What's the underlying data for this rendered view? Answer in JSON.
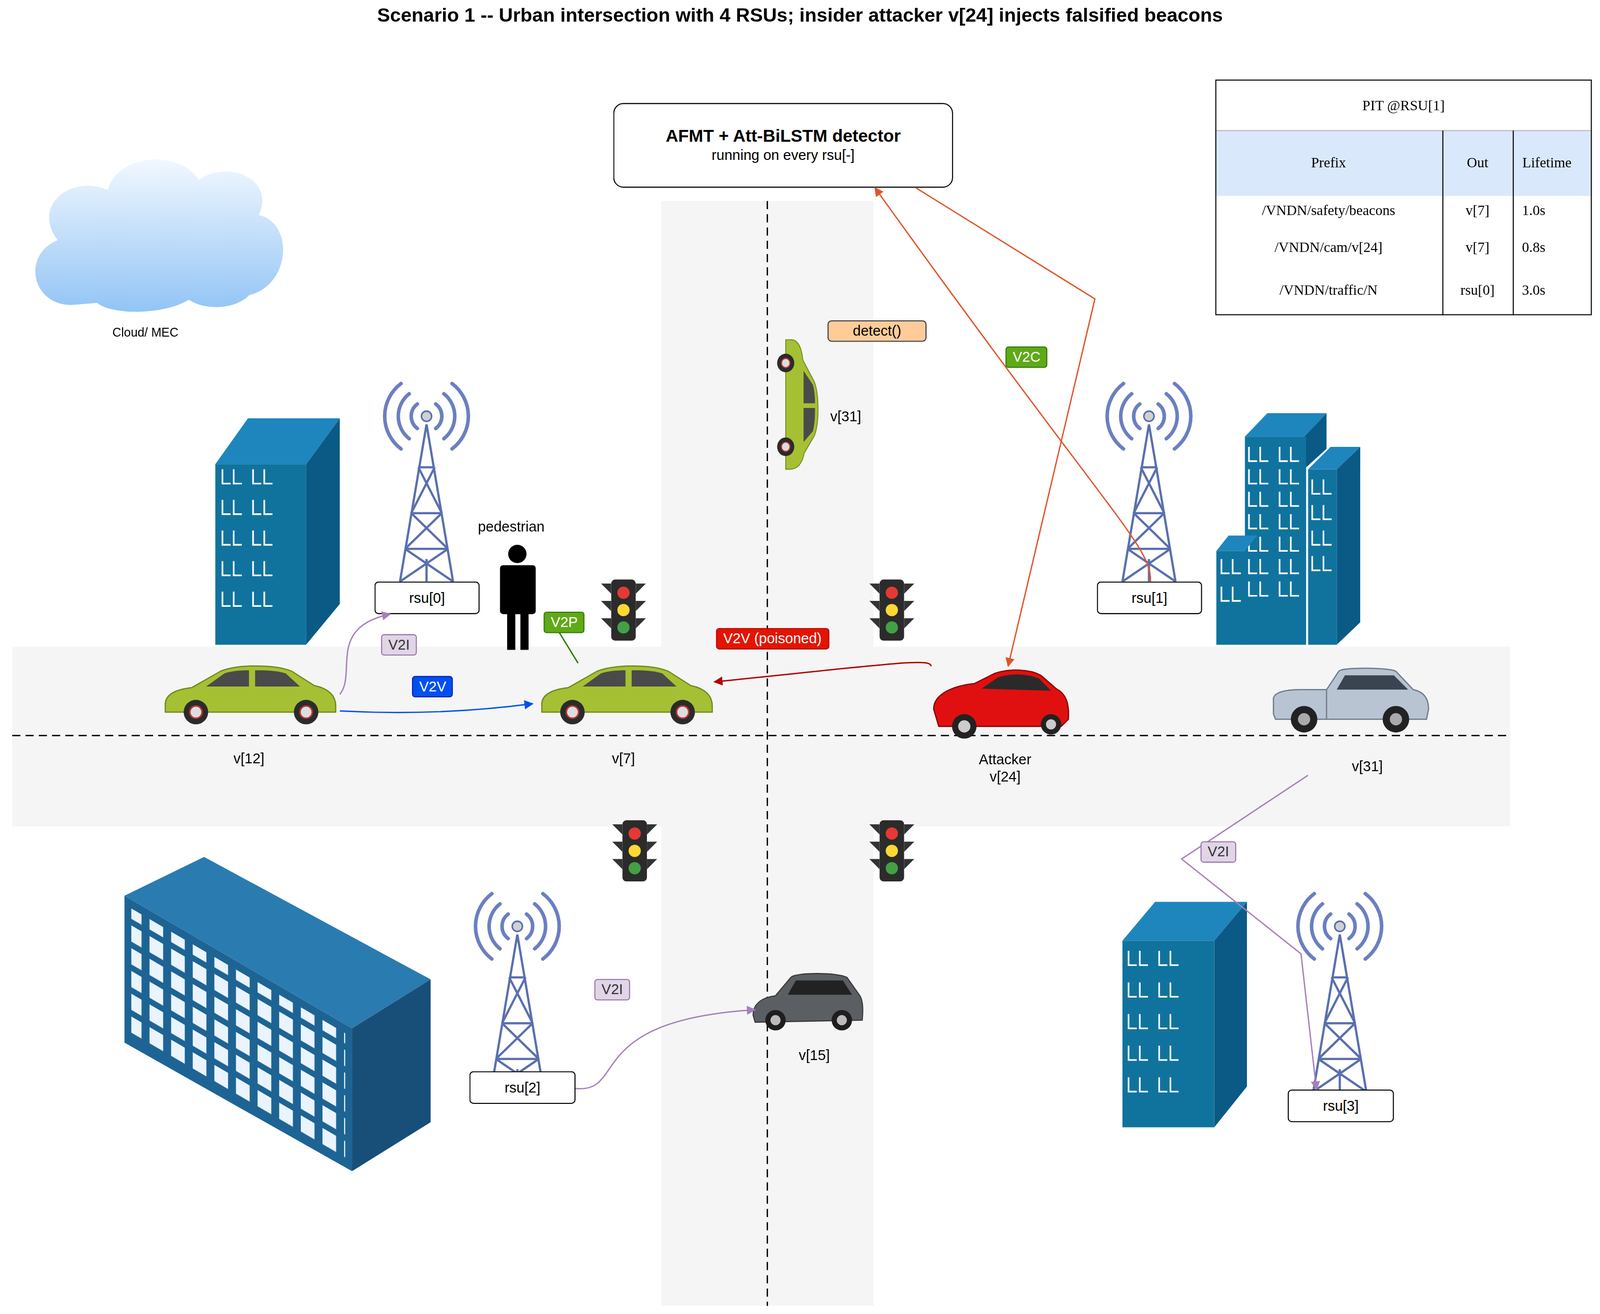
{
  "diagram": {
    "title": "Scenario 1 -- Urban intersection with 4 RSUs; insider attacker v[24] injects falsified beacons",
    "nodes": [
      {
        "text": [
          "AFMT + Att-BiLSTM detector",
          "running on every rsu[-]"
        ]
      },
      {
        "text": [
          "PIT @RSU[1]"
        ]
      },
      {
        "text": [
          "Cloud/ MEC"
        ]
      },
      {
        "text": [
          "detect()"
        ]
      },
      {
        "text": [
          "v[31]"
        ]
      },
      {
        "text": [
          "rsu[0]"
        ]
      },
      {
        "text": [
          "rsu[1]"
        ]
      },
      {
        "text": [
          "pedestrian"
        ]
      },
      {
        "text": [
          "v[12]"
        ]
      },
      {
        "text": [
          "v[7]"
        ]
      },
      {
        "text": [
          "Attacker v[24]"
        ]
      },
      {
        "text": [
          "v[31]"
        ]
      },
      {
        "text": [
          "v[15]"
        ]
      },
      {
        "text": [
          "rsu[2]"
        ]
      },
      {
        "text": [
          "rsu[3]"
        ]
      }
    ],
    "edges": [
      {
        "from": 8,
        "to": 5,
        "label": "V2I",
        "arrow": "to"
      },
      {
        "from": 8,
        "to": 9,
        "label": "V2V",
        "arrow": "to"
      },
      {
        "from": 7,
        "to": 9,
        "label": "V2P",
        "arrow": "none"
      },
      {
        "from": 10,
        "to": 9,
        "label": "V2V (poisoned)",
        "arrow": "to"
      },
      {
        "from": 6,
        "to": 0,
        "label": "V2C",
        "arrow": "to"
      },
      {
        "from": 0,
        "to": 10,
        "arrow": "to"
      },
      {
        "from": 11,
        "to": 14,
        "label": "V2I",
        "arrow": "to"
      },
      {
        "from": 13,
        "to": 12,
        "label": "V2I",
        "arrow": "to"
      }
    ],
    "labels": [
      "Prefix",
      "Out",
      "Lifetime",
      "/VNDN/safety/beacons",
      "v[7]",
      "1.0s",
      "/VNDN/cam/v[24]",
      "v[7]",
      "0.8s",
      "/VNDN/traffic/N",
      "rsu[0]",
      "3.0s"
    ]
  }
}
